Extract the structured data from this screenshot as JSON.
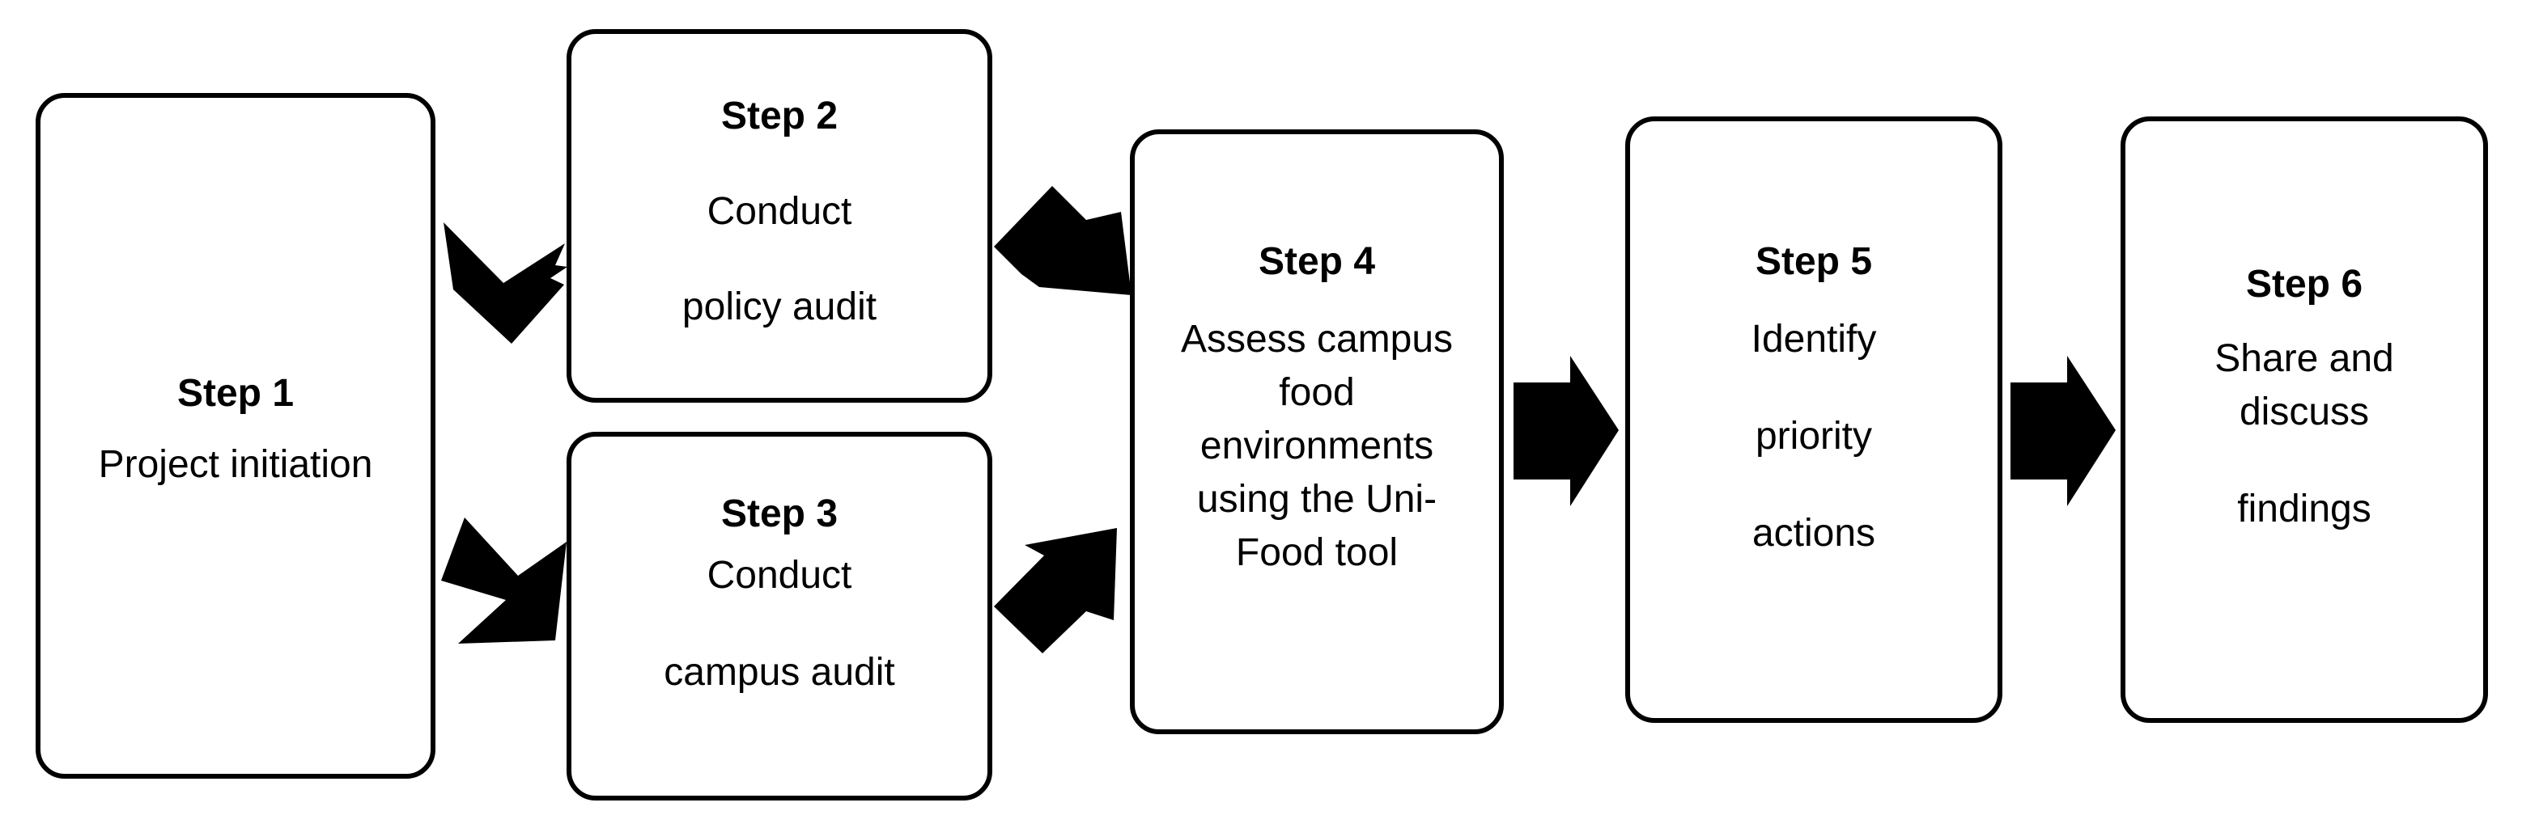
{
  "steps": [
    {
      "id": "step1",
      "title": "Step 1",
      "lines": [
        "Project initiation"
      ]
    },
    {
      "id": "step2",
      "title": "Step 2",
      "lines": [
        "Conduct",
        "policy audit"
      ]
    },
    {
      "id": "step3",
      "title": "Step 3",
      "lines": [
        "Conduct",
        "campus audit"
      ]
    },
    {
      "id": "step4",
      "title": "Step 4",
      "lines": [
        "Assess campus",
        "food",
        "environments",
        "using the Uni-",
        "Food tool"
      ]
    },
    {
      "id": "step5",
      "title": "Step 5",
      "lines": [
        "Identify",
        "priority",
        "actions"
      ]
    },
    {
      "id": "step6",
      "title": "Step 6",
      "lines": [
        "Share and",
        "discuss",
        "findings"
      ]
    }
  ],
  "colors": {
    "stroke": "#000000",
    "arrow_fill": "#000000",
    "box_fill": "#ffffff"
  }
}
